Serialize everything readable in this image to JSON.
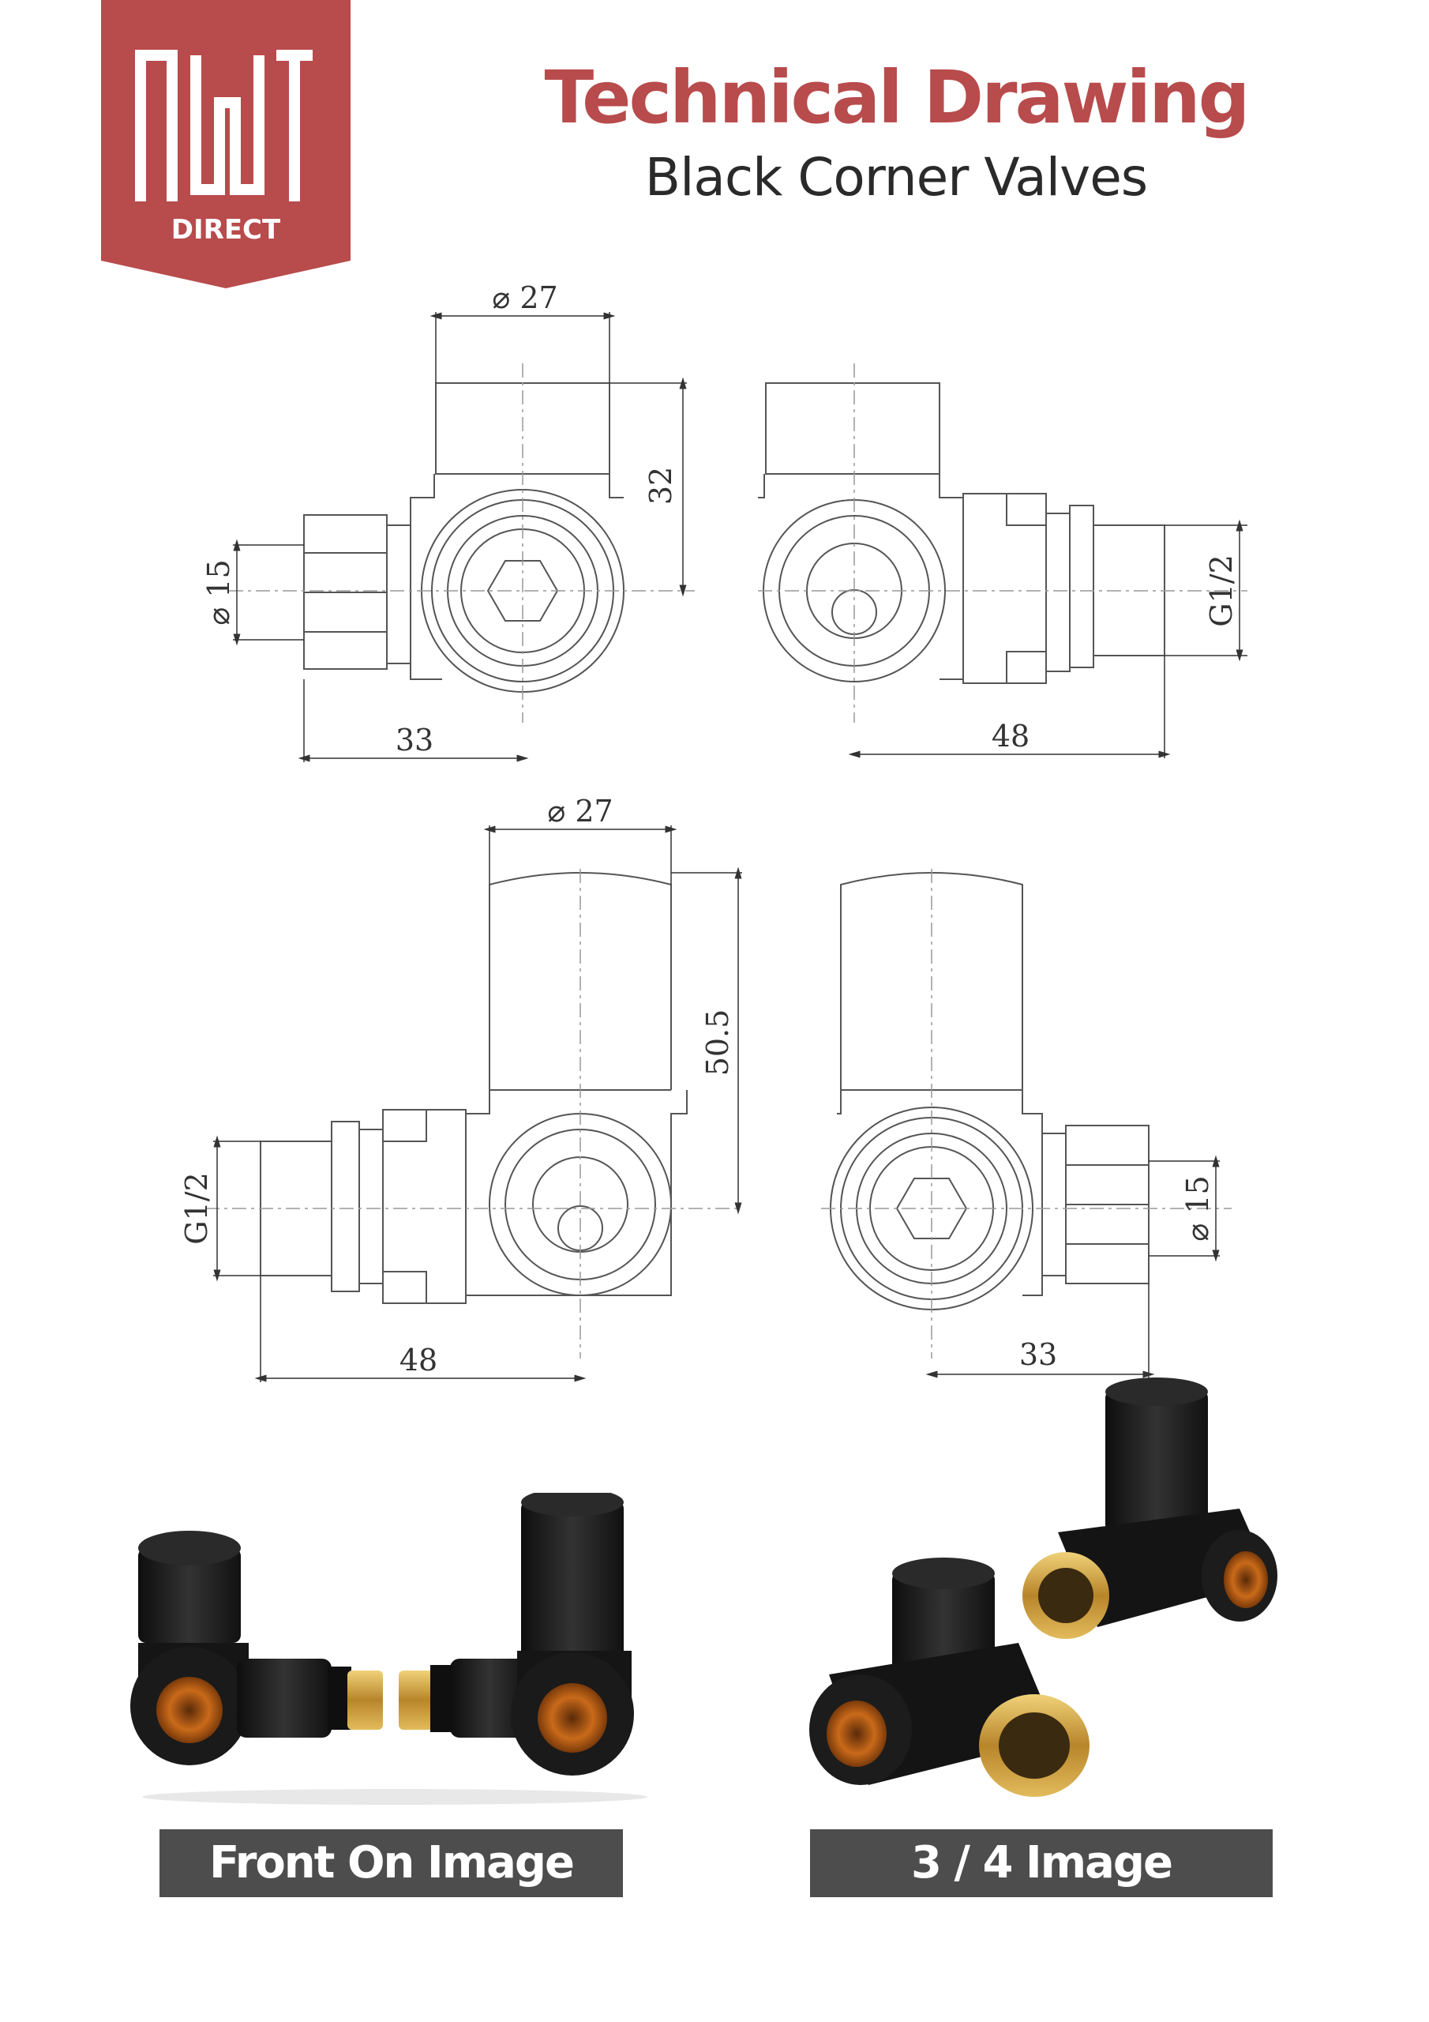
{
  "brand": {
    "logo_text": "NWT",
    "logo_sub": "DIRECT",
    "color": "#b84b4c"
  },
  "header": {
    "title": "Technical Drawing",
    "subtitle": "Black Corner Valves"
  },
  "drawing": {
    "top_left": {
      "dia_top": "27",
      "height": "32",
      "pipe_dia": "15",
      "width": "33"
    },
    "top_right": {
      "thread": "G1/2",
      "width": "48"
    },
    "bottom_left": {
      "dia_top": "27",
      "height": "50.5",
      "thread": "G1/2",
      "width": "48"
    },
    "bottom_right": {
      "pipe_dia": "15",
      "width": "33"
    },
    "diameter_symbol": "⌀"
  },
  "captions": {
    "front": "Front On Image",
    "three_quarter": "3 / 4 Image"
  },
  "colors": {
    "caption_bg": "#4d4d4d",
    "valve_black": "#1c1c1c",
    "brass": "#c8962a"
  }
}
